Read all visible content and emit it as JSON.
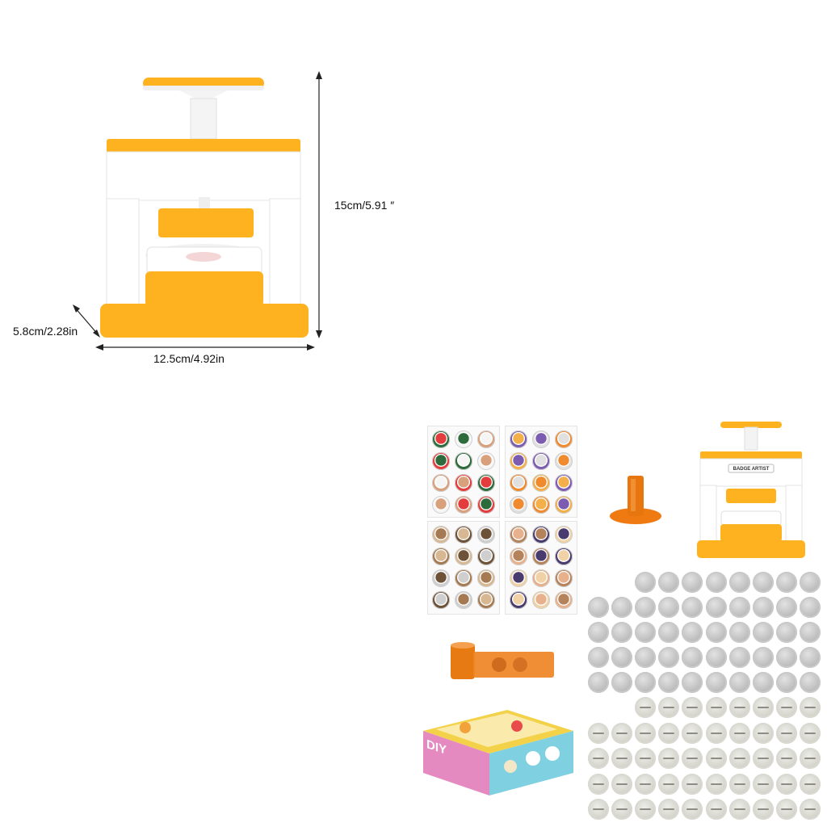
{
  "dimensions": {
    "height": "15cm/5.91 ″",
    "depth": "5.8cm/2.28in",
    "width": "12.5cm/4.92in"
  },
  "machine_label": "BADGE ARTIST",
  "box_label": "DIY",
  "colors": {
    "orange": "#ffb21f",
    "white_body": "#ffffff",
    "translucent_orange": "#e8760f",
    "coin_gray": "#c4c4c4"
  }
}
